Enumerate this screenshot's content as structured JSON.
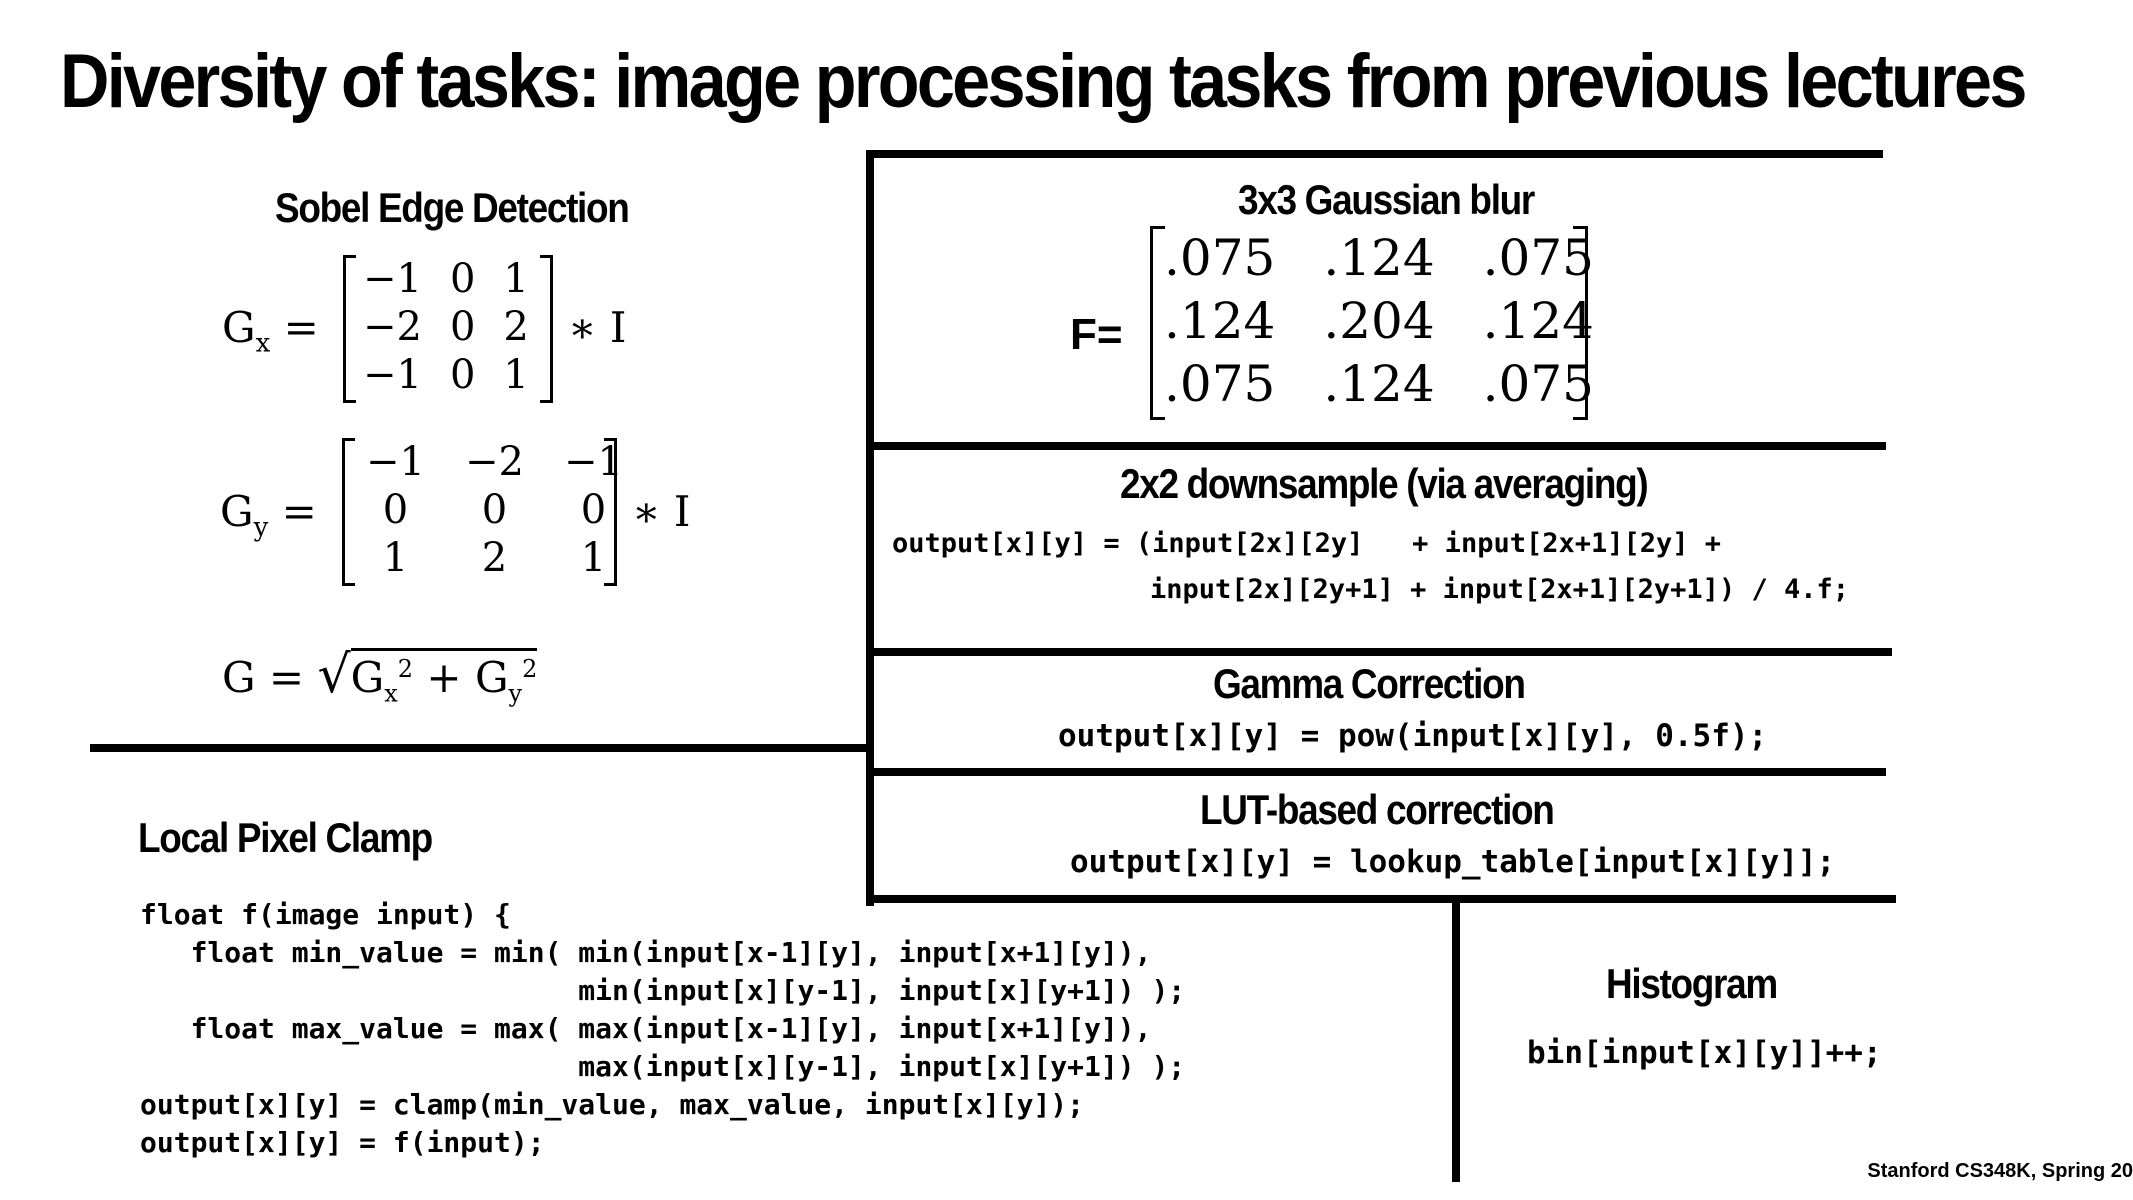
{
  "slide": {
    "title": "Diversity of tasks: image processing tasks from previous lectures",
    "footer": "Stanford CS348K, Spring 20"
  },
  "sobel": {
    "heading": "Sobel Edge Detection",
    "gx_label": "G",
    "gx_sub": "x",
    "gx_matrix": [
      [
        "−1",
        "0",
        "1"
      ],
      [
        "−2",
        "0",
        "2"
      ],
      [
        "−1",
        "0",
        "1"
      ]
    ],
    "gy_label": "G",
    "gy_sub": "y",
    "gy_matrix": [
      [
        "−1",
        "−2",
        "−1"
      ],
      [
        "0",
        "0",
        "0"
      ],
      [
        "1",
        "2",
        "1"
      ]
    ],
    "conv": "∗ I",
    "equals": "=",
    "g_label": "G",
    "sqrt": "√",
    "g_expr_gx": "G",
    "g_expr_gx_sub": "x",
    "g_expr_plus": "+",
    "g_expr_gy": "G",
    "g_expr_gy_sub": "y",
    "sq": "2"
  },
  "gaussian": {
    "heading": "3x3 Gaussian blur",
    "label": "F=",
    "matrix": [
      [
        ".075",
        ".124",
        ".075"
      ],
      [
        ".124",
        ".204",
        ".124"
      ],
      [
        ".075",
        ".124",
        ".075"
      ]
    ]
  },
  "downsample": {
    "heading": "2x2 downsample (via averaging)",
    "code_line1": "output[x][y] = (input[2x][2y]   + input[2x+1][2y] +",
    "code_line2": "input[2x][2y+1] + input[2x+1][2y+1]) / 4.f;"
  },
  "gamma": {
    "heading": "Gamma Correction",
    "code": "output[x][y] = pow(input[x][y], 0.5f);"
  },
  "lut": {
    "heading": "LUT-based correction",
    "code": "output[x][y] = lookup_table[input[x][y]];"
  },
  "clamp": {
    "heading": "Local Pixel Clamp",
    "code_lines": [
      "float f(image input) {",
      "   float min_value = min( min(input[x-1][y], input[x+1][y]),",
      "                          min(input[x][y-1], input[x][y+1]) );",
      "   float max_value = max( max(input[x-1][y], input[x+1][y]),",
      "                          max(input[x][y-1], input[x][y+1]) );",
      "output[x][y] = clamp(min_value, max_value, input[x][y]);",
      "output[x][y] = f(input);"
    ]
  },
  "histogram": {
    "heading": "Histogram",
    "code": "bin[input[x][y]]++;"
  }
}
